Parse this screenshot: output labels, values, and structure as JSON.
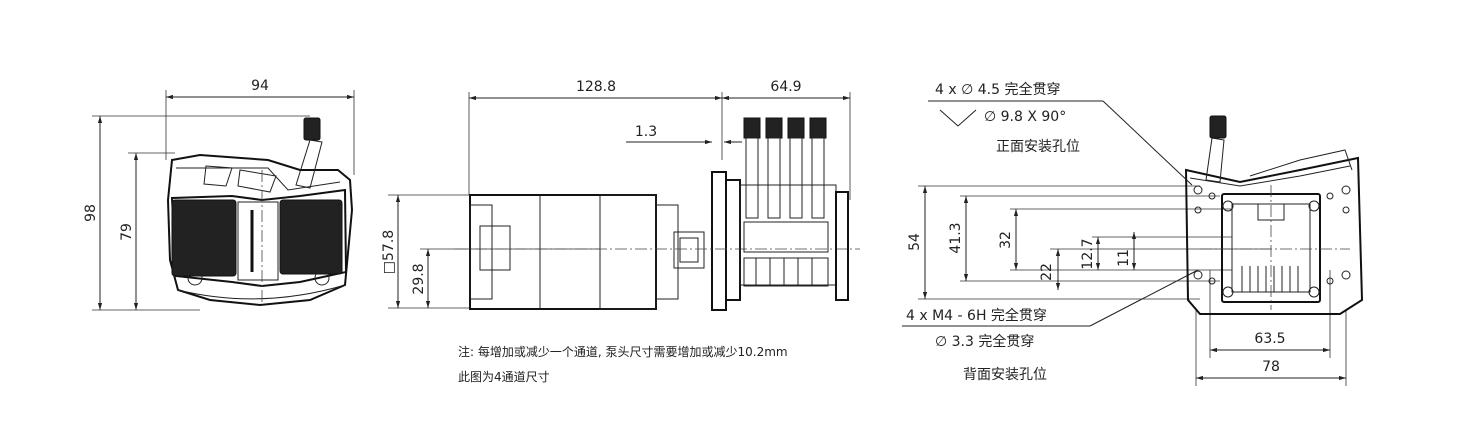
{
  "front_view": {
    "width_dim": "94",
    "height_dim": "98",
    "inner_height_dim": "79"
  },
  "side_view": {
    "motor_length_dim": "128.8",
    "head_length_dim": "64.9",
    "flange_dim": "1.3",
    "motor_square_dim": "□57.8",
    "axis_height_dim": "29.8"
  },
  "notes": {
    "line1": "注: 每增加或减少一个通道, 泵头尺寸需要增加或减少10.2mm",
    "line2": "此图为4通道尺寸"
  },
  "back_view": {
    "front_holes_line1": "4 x ∅ 4.5 完全贯穿",
    "front_holes_line2": "∅ 9.8 X 90°",
    "front_holes_caption": "正面安装孔位",
    "rear_holes_line1": "4 x  M4 - 6H 完全贯穿",
    "rear_holes_line2": "∅ 3.3 完全贯穿",
    "rear_holes_caption": "背面安装孔位",
    "dim_54": "54",
    "dim_41_3": "41.3",
    "dim_32": "32",
    "dim_22": "22",
    "dim_12_7": "12.7",
    "dim_11": "11",
    "dim_63_5": "63.5",
    "dim_78": "78"
  },
  "colors": {
    "line": "#222222",
    "background": "#ffffff"
  }
}
